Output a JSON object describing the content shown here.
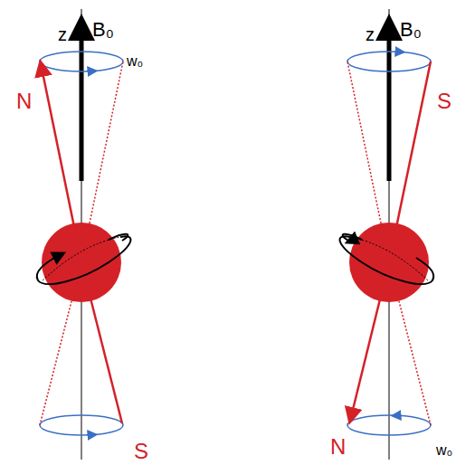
{
  "diagram": {
    "labels": [
      "z",
      "B₀",
      "N",
      "w₀",
      "S",
      "z",
      "B₀",
      "S",
      "N",
      "w₀"
    ]
  }
}
